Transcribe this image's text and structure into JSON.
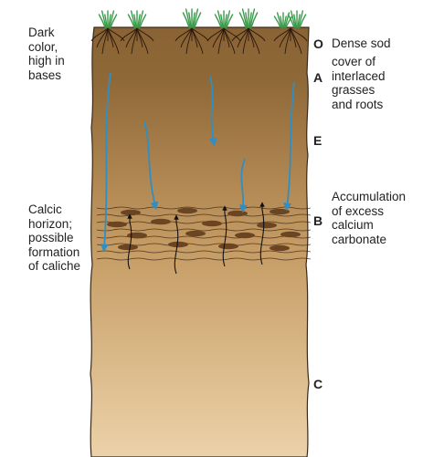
{
  "left_notes": {
    "top": "Dark\ncolor,\nhigh in\nbases",
    "middle": "Calcic\nhorizon;\npossible\nformation\nof caliche"
  },
  "horizons": [
    {
      "letter": "O",
      "note": "Dense sod"
    },
    {
      "letter": "A",
      "note": "cover of\ninterlaced\ngrasses\nand roots"
    },
    {
      "letter": "E",
      "note": ""
    },
    {
      "letter": "B",
      "note": "Accumulation\nof excess\ncalcium\ncarbonate"
    },
    {
      "letter": "C",
      "note": ""
    }
  ],
  "colors": {
    "soil_top": "#8a6334",
    "soil_bottom": "#ecd2a9",
    "water_arrow": "#2f8fc4",
    "grass": "#3a9a4a",
    "root": "#2b1a0e",
    "caliche": "#6b4422"
  }
}
